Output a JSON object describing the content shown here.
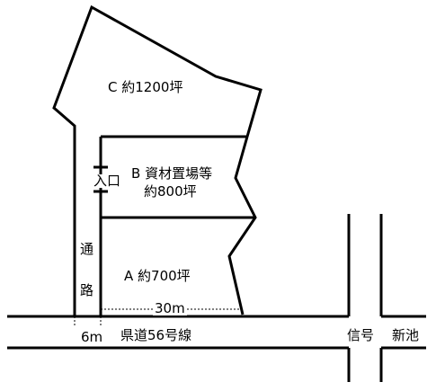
{
  "parcels": {
    "c": {
      "letter": "C",
      "area": "約1200坪"
    },
    "b": {
      "letter": "B",
      "name": "資材置場等",
      "area": "約800坪"
    },
    "a": {
      "letter": "A",
      "area": "約700坪"
    }
  },
  "entrance": "入口",
  "passage": {
    "char1": "通",
    "char2": "路"
  },
  "dimensions": {
    "frontage": "30m",
    "passage_width": "6m"
  },
  "road": {
    "name": "県道56号線"
  },
  "intersection": {
    "signal": "信号",
    "place": "新池"
  }
}
